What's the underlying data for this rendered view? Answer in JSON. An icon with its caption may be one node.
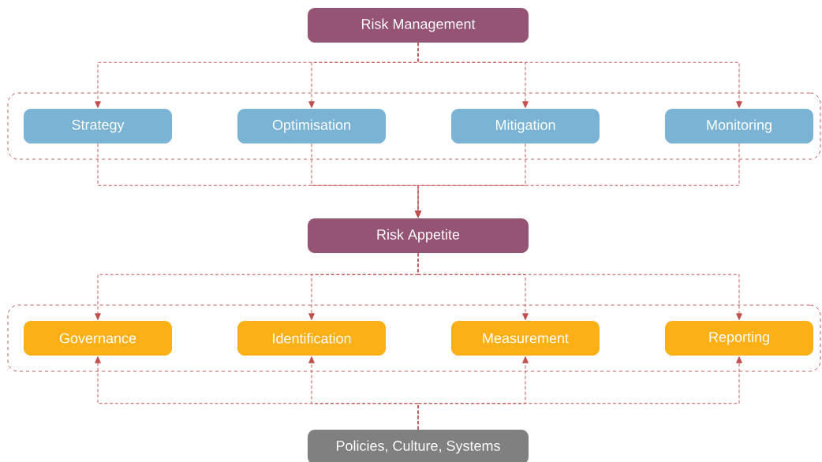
{
  "diagram": {
    "nodes": [
      {
        "text": [
          "Risk Management"
        ]
      },
      {
        "text": [],
        "shape": "box"
      },
      {
        "text": [
          "Strategy"
        ],
        "in": 1
      },
      {
        "text": [
          "Optimisation"
        ],
        "in": 1
      },
      {
        "text": [
          "Mitigation"
        ],
        "in": 1
      },
      {
        "text": [
          "Monitoring"
        ],
        "in": 1
      },
      {
        "text": [
          "Risk Appetite"
        ]
      },
      {
        "text": [],
        "shape": "box"
      },
      {
        "text": [
          "Governance"
        ],
        "in": 7
      },
      {
        "text": [
          "Identification"
        ],
        "in": 7
      },
      {
        "text": [
          "Measurement"
        ],
        "in": 7
      },
      {
        "text": [
          "Reporting"
        ],
        "in": 7
      },
      {
        "text": [
          "Policies, Culture, Systems"
        ]
      }
    ],
    "edges": [
      {
        "from": 0,
        "to": 2,
        "arrow": "to",
        "style": "dashed"
      },
      {
        "from": 0,
        "to": 3,
        "arrow": "to",
        "style": "dashed"
      },
      {
        "from": 0,
        "to": 4,
        "arrow": "to",
        "style": "dashed"
      },
      {
        "from": 0,
        "to": 5,
        "arrow": "to",
        "style": "dashed"
      },
      {
        "from": 2,
        "to": 6,
        "arrow": "to",
        "style": "dashed"
      },
      {
        "from": 3,
        "to": 6,
        "arrow": "to",
        "style": "dashed"
      },
      {
        "from": 4,
        "to": 6,
        "arrow": "to",
        "style": "dashed"
      },
      {
        "from": 5,
        "to": 6,
        "arrow": "to",
        "style": "dashed"
      },
      {
        "from": 6,
        "to": 8,
        "arrow": "to",
        "style": "dashed"
      },
      {
        "from": 6,
        "to": 9,
        "arrow": "to",
        "style": "dashed"
      },
      {
        "from": 6,
        "to": 10,
        "arrow": "to",
        "style": "dashed"
      },
      {
        "from": 6,
        "to": 11,
        "arrow": "to",
        "style": "dashed"
      },
      {
        "from": 12,
        "to": 8,
        "arrow": "to",
        "style": "dashed"
      },
      {
        "from": 12,
        "to": 9,
        "arrow": "to",
        "style": "dashed"
      },
      {
        "from": 12,
        "to": 10,
        "arrow": "to",
        "style": "dashed"
      },
      {
        "from": 12,
        "to": 11,
        "arrow": "to",
        "style": "dashed"
      }
    ]
  }
}
